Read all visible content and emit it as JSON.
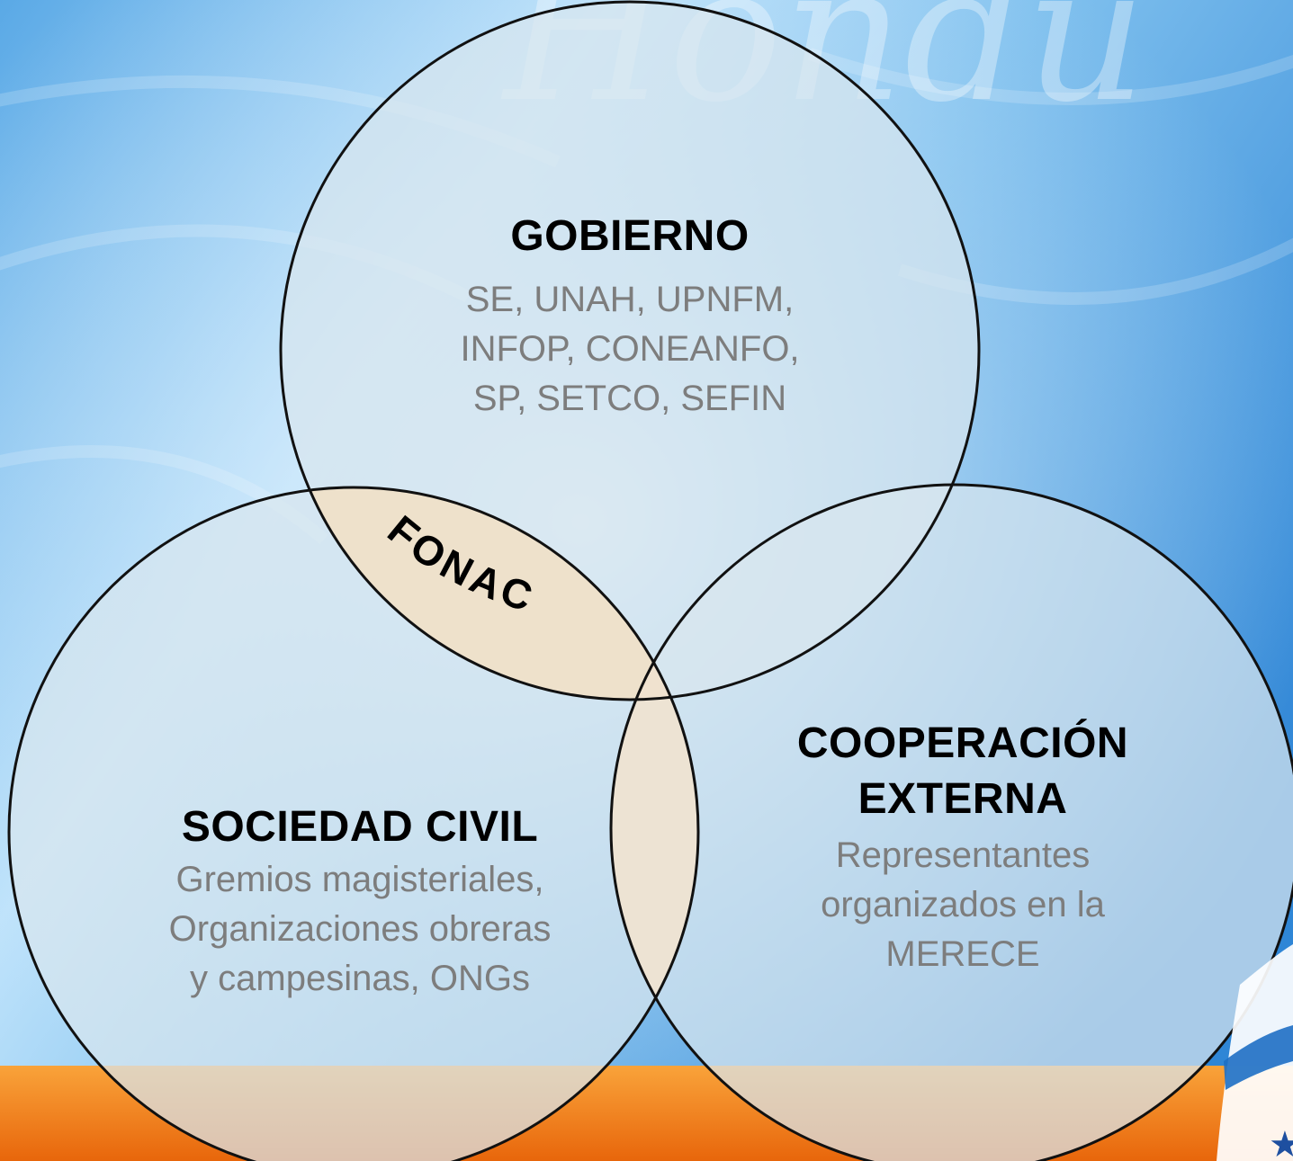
{
  "colors": {
    "sky_light": "#bfe3fb",
    "sky_mid": "#6fb6ea",
    "sky_deep": "#2f86d6",
    "band_orange": "#f58f1e",
    "band_orange_deep": "#e8660b",
    "circle_fill": "#d2e3ee",
    "overlap_fill": "#efe0c8",
    "heading_text": "#000000",
    "sub_text": "#7d7d7d"
  },
  "diagram": {
    "background_script": "Hondu",
    "gobierno": {
      "heading": "GOBIERNO",
      "members": [
        "SE, UNAH, UPNFM,",
        "INFOP, CONEANFO,",
        "SP, SETCO, SEFIN"
      ]
    },
    "sociedad_civil": {
      "heading": "SOCIEDAD CIVIL",
      "members": [
        "Gremios magisteriales,",
        "Organizaciones obreras",
        "y campesinas, ONGs"
      ]
    },
    "cooperacion_externa": {
      "heading_lines": [
        "COOPERACIÓN",
        "EXTERNA"
      ],
      "members": [
        "Representantes",
        "organizados en la",
        "MERECE"
      ]
    },
    "intersection_label": "FONAC",
    "corner_icon": "flag-star-icon"
  }
}
